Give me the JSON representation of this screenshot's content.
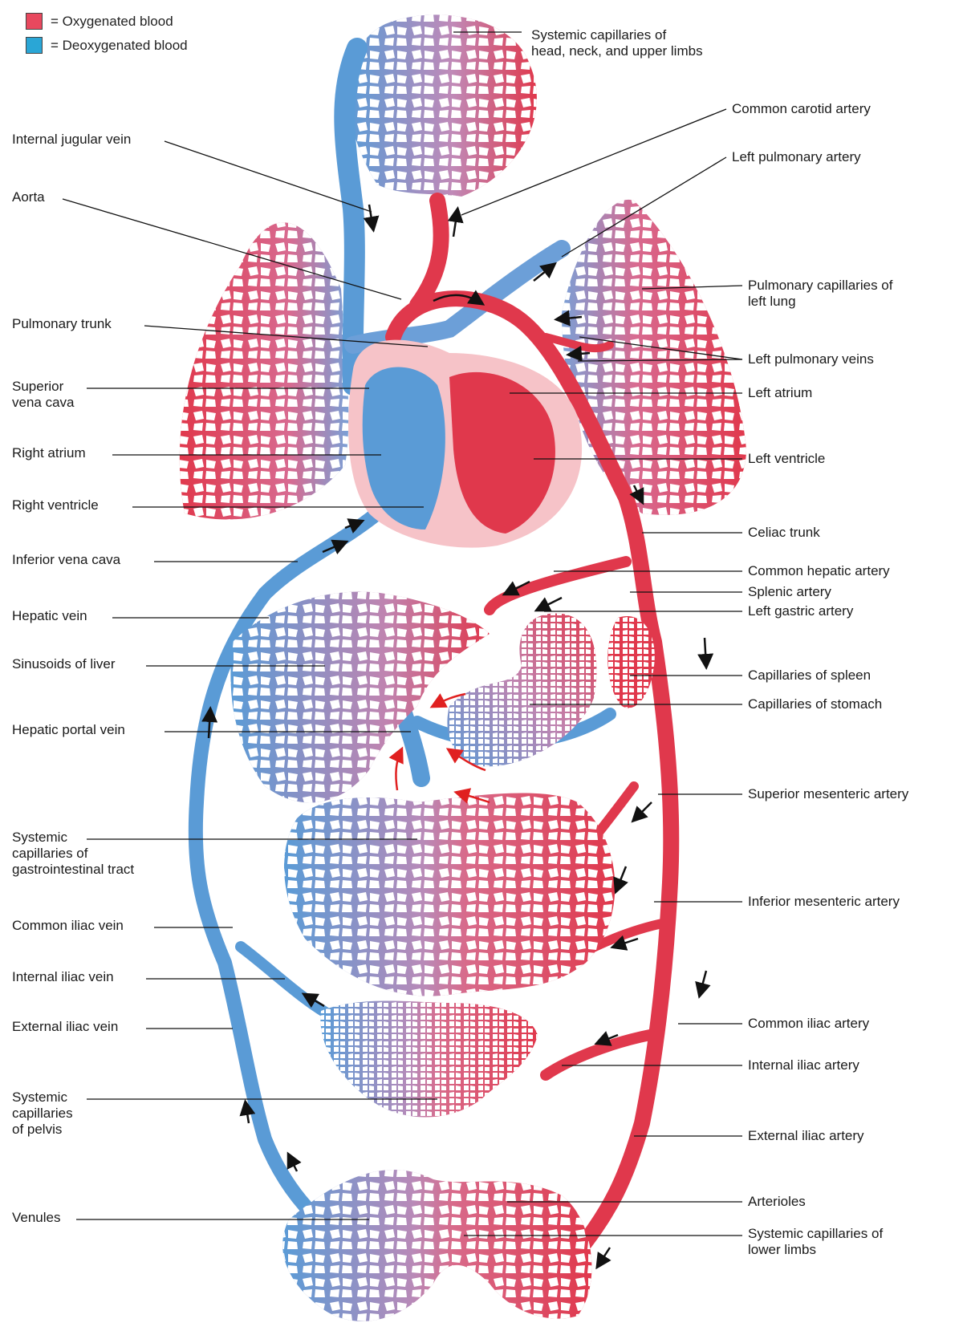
{
  "legend": [
    {
      "label": "= Oxygenated blood",
      "color": "#e8485e"
    },
    {
      "label": "= Deoxygenated blood",
      "color": "#2aa6d6"
    }
  ],
  "colors": {
    "oxygenated": "#e0384c",
    "deoxygenated": "#5a9bd6",
    "capillary_mix": "#b585b8",
    "heart_pink": "#f6c3c8",
    "arrow": "#111111",
    "portal_arrow": "#e02020"
  },
  "labels": {
    "left": [
      {
        "id": "internal-jugular-vein",
        "text": "Internal jugular vein"
      },
      {
        "id": "aorta",
        "text": "Aorta"
      },
      {
        "id": "pulmonary-trunk",
        "text": "Pulmonary trunk"
      },
      {
        "id": "superior-vena-cava",
        "text": "Superior\nvena cava"
      },
      {
        "id": "right-atrium",
        "text": "Right atrium"
      },
      {
        "id": "right-ventricle",
        "text": "Right ventricle"
      },
      {
        "id": "inferior-vena-cava",
        "text": "Inferior vena cava"
      },
      {
        "id": "hepatic-vein",
        "text": "Hepatic vein"
      },
      {
        "id": "sinusoids-of-liver",
        "text": "Sinusoids of liver"
      },
      {
        "id": "hepatic-portal-vein",
        "text": "Hepatic portal vein"
      },
      {
        "id": "gi-capillaries",
        "text": "Systemic\ncapillaries of\ngastrointestinal tract"
      },
      {
        "id": "common-iliac-vein",
        "text": "Common iliac vein"
      },
      {
        "id": "internal-iliac-vein",
        "text": "Internal iliac vein"
      },
      {
        "id": "external-iliac-vein",
        "text": "External iliac vein"
      },
      {
        "id": "pelvis-capillaries",
        "text": "Systemic\ncapillaries\nof pelvis"
      },
      {
        "id": "venules",
        "text": "Venules"
      }
    ],
    "right": [
      {
        "id": "head-capillaries",
        "text": "Systemic capillaries of\nhead, neck, and upper limbs"
      },
      {
        "id": "common-carotid-artery",
        "text": "Common carotid artery"
      },
      {
        "id": "left-pulmonary-artery",
        "text": "Left pulmonary artery"
      },
      {
        "id": "pulmonary-capillaries",
        "text": "Pulmonary capillaries of\nleft lung"
      },
      {
        "id": "left-pulmonary-veins",
        "text": "Left pulmonary veins"
      },
      {
        "id": "left-atrium",
        "text": "Left atrium"
      },
      {
        "id": "left-ventricle",
        "text": "Left ventricle"
      },
      {
        "id": "celiac-trunk",
        "text": "Celiac trunk"
      },
      {
        "id": "common-hepatic-artery",
        "text": "Common hepatic artery"
      },
      {
        "id": "splenic-artery",
        "text": "Splenic artery"
      },
      {
        "id": "left-gastric-artery",
        "text": "Left gastric artery"
      },
      {
        "id": "spleen-capillaries",
        "text": "Capillaries of spleen"
      },
      {
        "id": "stomach-capillaries",
        "text": "Capillaries of stomach"
      },
      {
        "id": "superior-mesenteric-artery",
        "text": "Superior mesenteric artery"
      },
      {
        "id": "inferior-mesenteric-artery",
        "text": "Inferior mesenteric artery"
      },
      {
        "id": "common-iliac-artery",
        "text": "Common iliac artery"
      },
      {
        "id": "internal-iliac-artery",
        "text": "Internal iliac artery"
      },
      {
        "id": "external-iliac-artery",
        "text": "External iliac artery"
      },
      {
        "id": "arterioles",
        "text": "Arterioles"
      },
      {
        "id": "lower-limb-capillaries",
        "text": "Systemic capillaries of\nlower limbs"
      }
    ]
  }
}
